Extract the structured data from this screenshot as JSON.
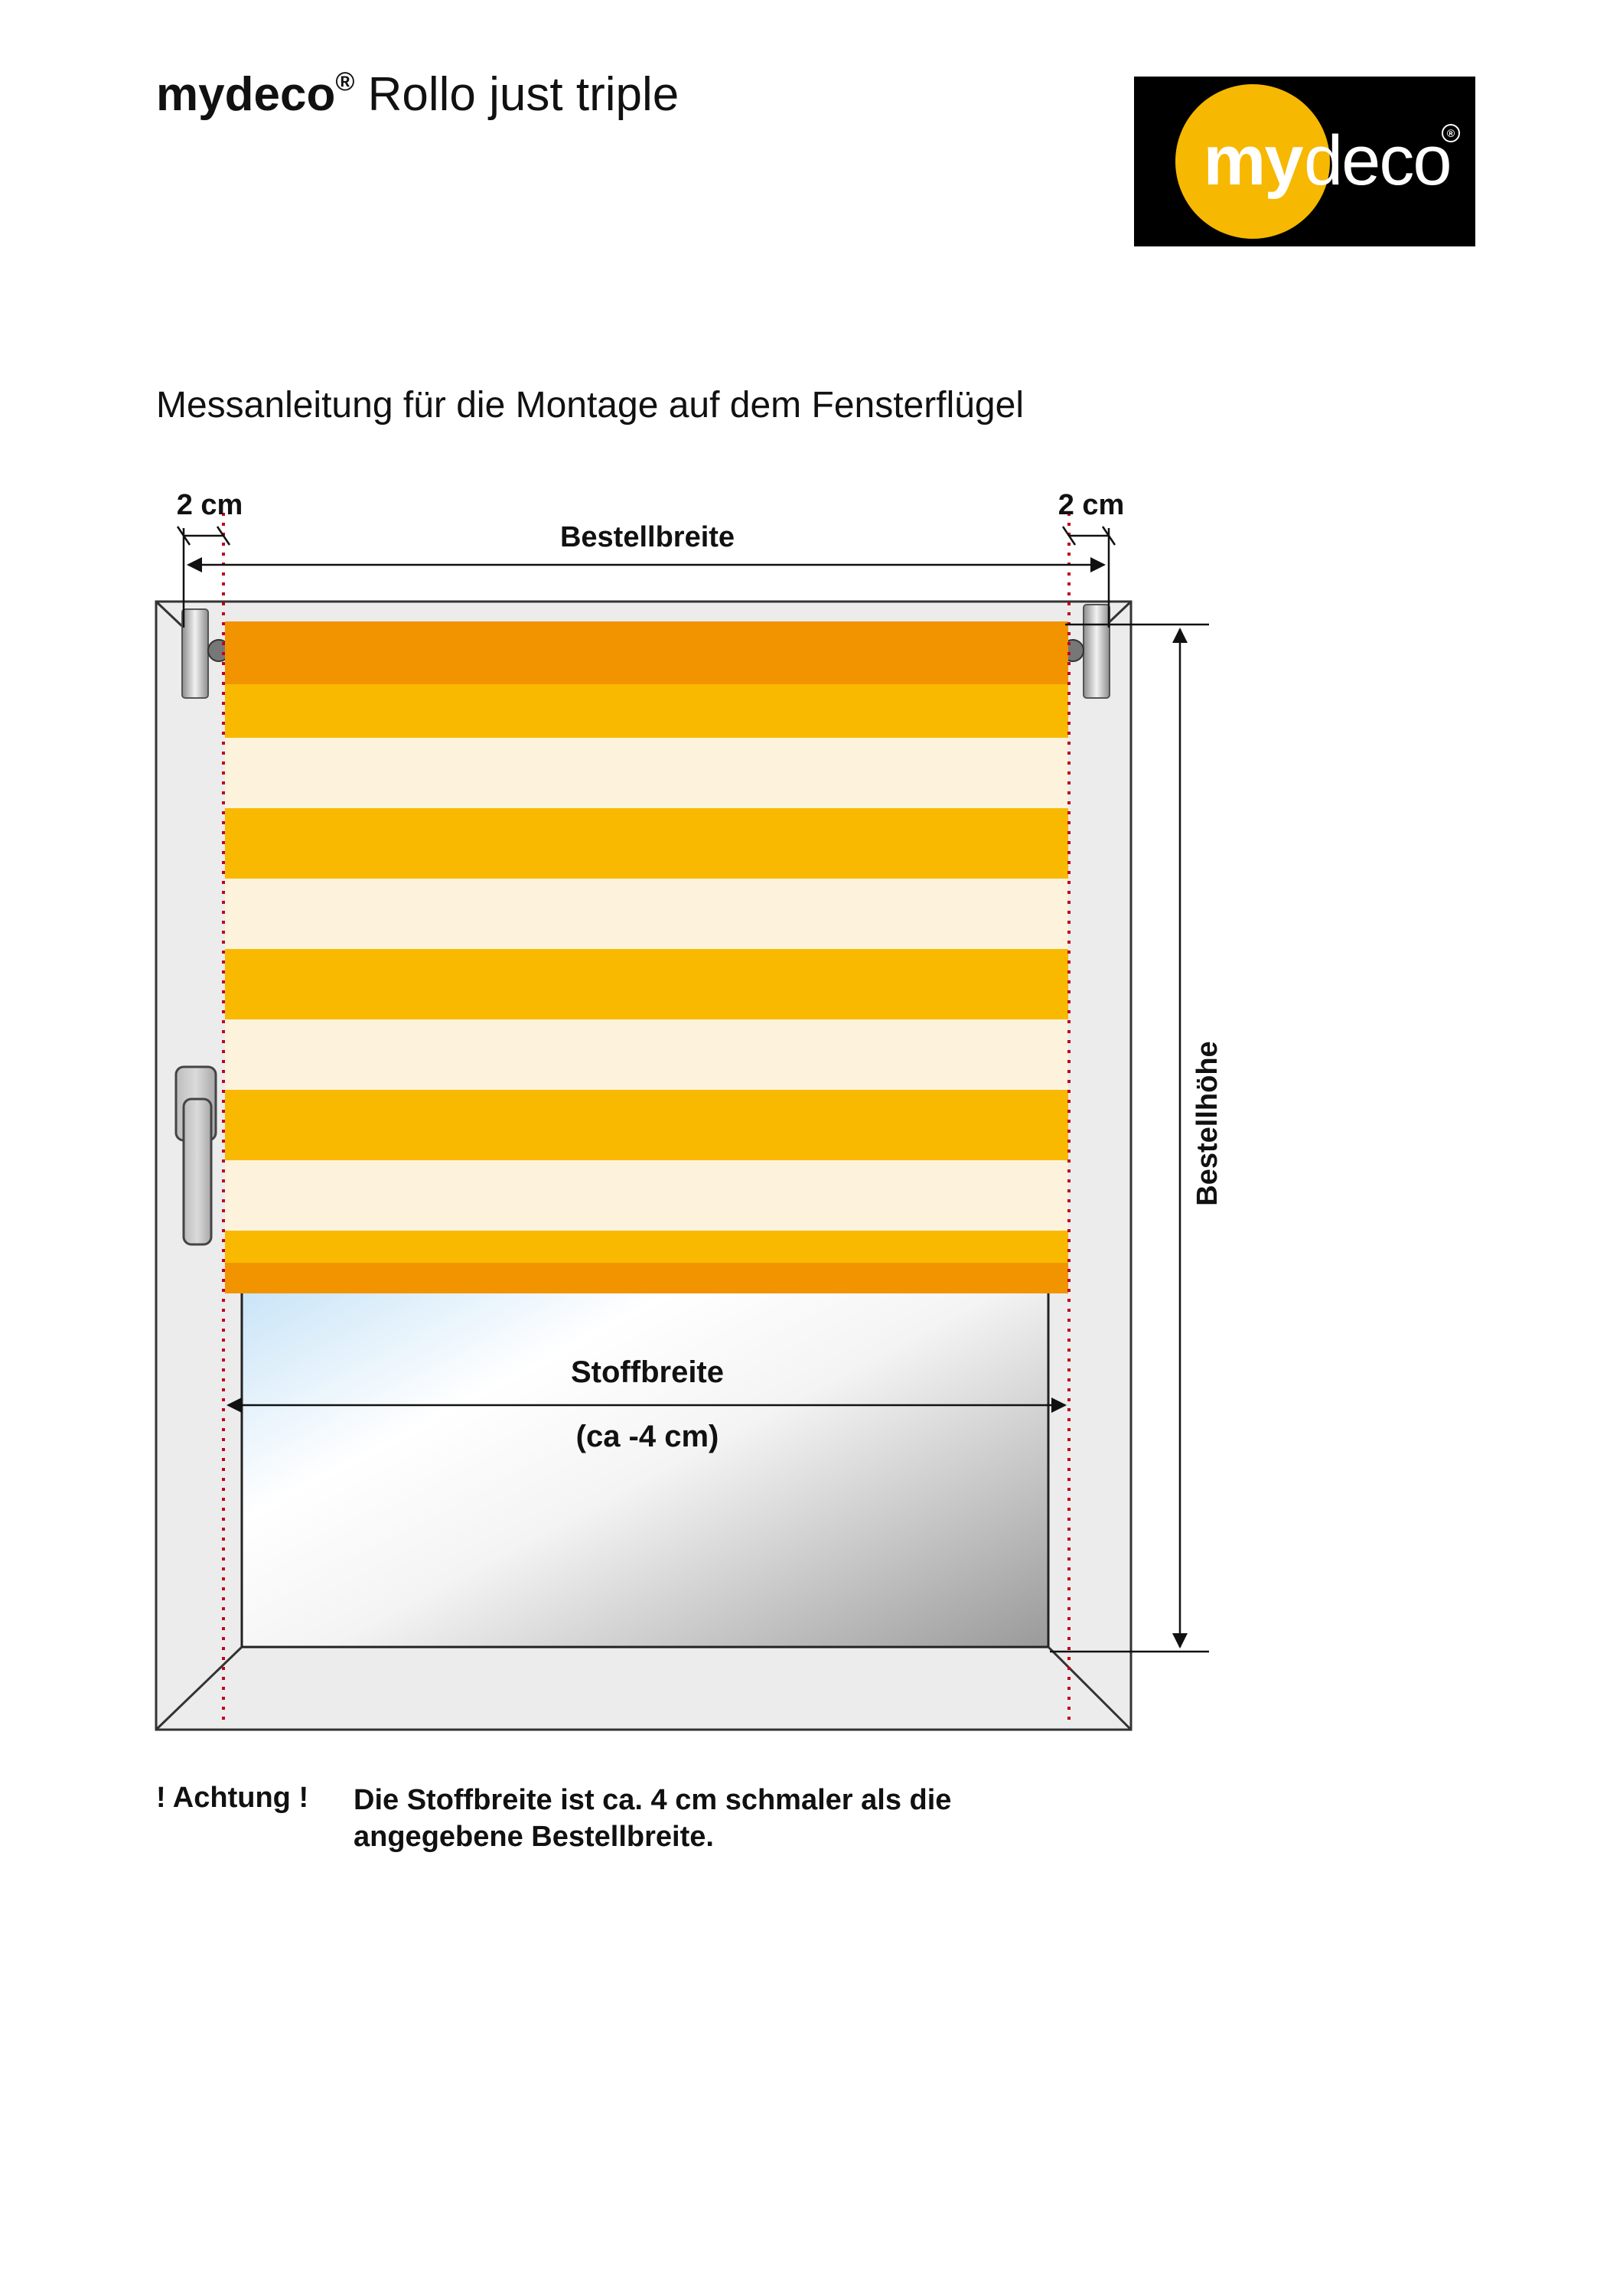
{
  "header": {
    "brand": "mydeco",
    "registered": "®",
    "product": "Rollo just triple"
  },
  "logo": {
    "part1": "my",
    "part2": "deco",
    "registered": "®"
  },
  "subtitle": "Messanleitung für die Montage auf dem Fensterflügel",
  "diagram": {
    "left_margin_label": "2 cm",
    "right_margin_label": "2 cm",
    "order_width_label": "Bestellbreite",
    "order_height_label": "Bestellhöhe",
    "fabric_width_label": "Stoffbreite",
    "fabric_width_note": "(ca -4 cm)"
  },
  "note": {
    "label": "! Achtung !",
    "line1": "Die Stoffbreite ist ca. 4 cm schmaler als die",
    "line2": "angegebene Bestellbreite."
  },
  "colors": {
    "stripe_yellow": "#f8b900",
    "stripe_cream": "#fdf2dc",
    "stripe_orange": "#f29400",
    "guide_red": "#c0001a",
    "logo_background": "#000000",
    "logo_circle": "#f6b800"
  }
}
